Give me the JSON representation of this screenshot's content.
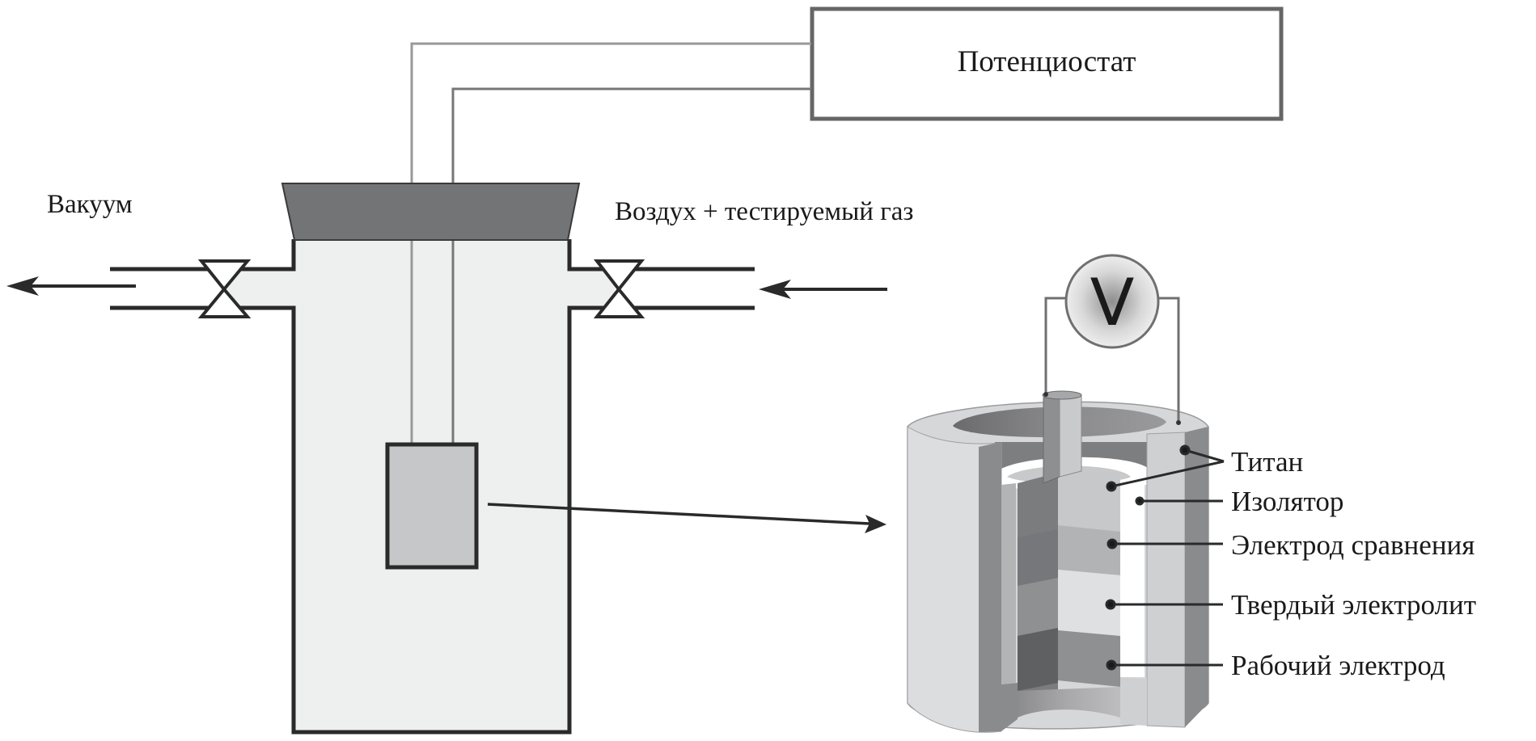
{
  "diagram": {
    "title": "Схема измерительной установки с электрохимическим сенсором",
    "labels": {
      "potentiostat": "Потенциостат",
      "vacuum": "Вакуум",
      "gas_inlet": "Воздух + тестируемый газ",
      "voltmeter": "V"
    },
    "sensor_parts": [
      {
        "id": "titanium",
        "label": "Титан"
      },
      {
        "id": "insulator",
        "label": "Изолятор"
      },
      {
        "id": "reference-electrode",
        "label": "Электрод сравнения"
      },
      {
        "id": "solid-electrolyte",
        "label": "Твердый электролит"
      },
      {
        "id": "working-electrode",
        "label": "Рабочий электрод"
      }
    ],
    "colors": {
      "vessel_fill": "#eeefef",
      "lid_fill": "#737476",
      "sample_fill": "#c6c7c9",
      "line": "#2a2a2a",
      "wire": "#8a8a8a"
    }
  }
}
